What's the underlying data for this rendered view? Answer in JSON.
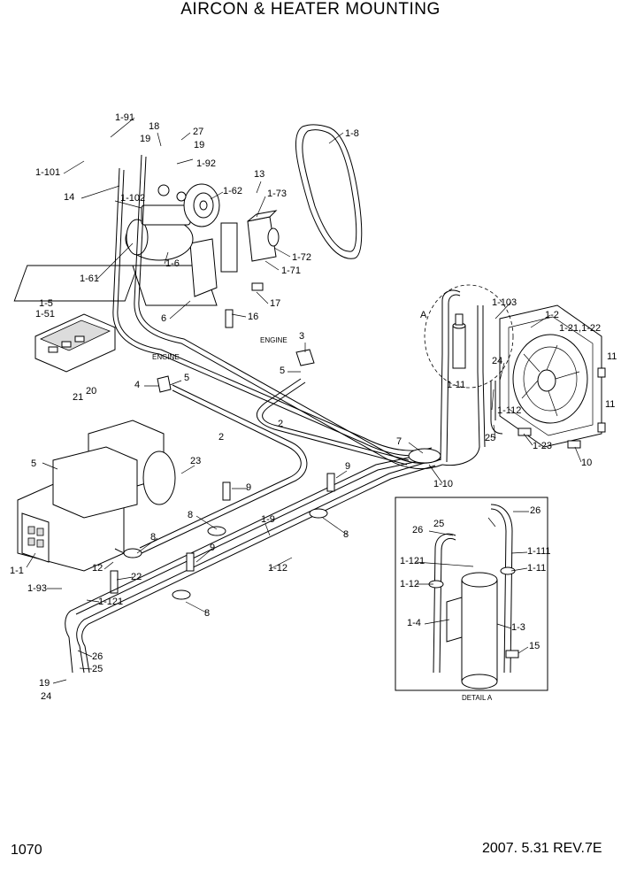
{
  "header": {
    "title": "AIRCON & HEATER MOUNTING"
  },
  "footer": {
    "page_number": "1070",
    "date_rev": "2007. 5.31  REV.7E"
  },
  "annotations": {
    "engine_1": "ENGINE",
    "engine_2": "ENGINE",
    "detail_marker": "A",
    "detail_caption": "DETAIL A"
  },
  "callouts": [
    {
      "text": "1-91"
    },
    {
      "text": "18"
    },
    {
      "text": "27"
    },
    {
      "text": "19"
    },
    {
      "text": "19"
    },
    {
      "text": "1-92"
    },
    {
      "text": "1-101"
    },
    {
      "text": "14"
    },
    {
      "text": "1-102"
    },
    {
      "text": "1-62"
    },
    {
      "text": "13"
    },
    {
      "text": "1-73"
    },
    {
      "text": "1-8"
    },
    {
      "text": "1-72"
    },
    {
      "text": "1-71"
    },
    {
      "text": "1-6"
    },
    {
      "text": "1-61"
    },
    {
      "text": "17"
    },
    {
      "text": "6"
    },
    {
      "text": "16"
    },
    {
      "text": "1-5"
    },
    {
      "text": "1-51"
    },
    {
      "text": "20"
    },
    {
      "text": "21"
    },
    {
      "text": "3"
    },
    {
      "text": "5"
    },
    {
      "text": "4"
    },
    {
      "text": "5"
    },
    {
      "text": "2"
    },
    {
      "text": "2"
    },
    {
      "text": "1-103"
    },
    {
      "text": "1-2"
    },
    {
      "text": "1-21,1-22"
    },
    {
      "text": "24"
    },
    {
      "text": "1-11"
    },
    {
      "text": "11"
    },
    {
      "text": "11"
    },
    {
      "text": "1-112"
    },
    {
      "text": "25"
    },
    {
      "text": "1-23"
    },
    {
      "text": "10"
    },
    {
      "text": "7"
    },
    {
      "text": "1-10"
    },
    {
      "text": "5"
    },
    {
      "text": "23"
    },
    {
      "text": "9"
    },
    {
      "text": "9"
    },
    {
      "text": "8"
    },
    {
      "text": "1-9"
    },
    {
      "text": "8"
    },
    {
      "text": "8"
    },
    {
      "text": "9"
    },
    {
      "text": "1-12"
    },
    {
      "text": "1-1"
    },
    {
      "text": "12"
    },
    {
      "text": "22"
    },
    {
      "text": "1-93"
    },
    {
      "text": "1-121"
    },
    {
      "text": "8"
    },
    {
      "text": "26"
    },
    {
      "text": "25"
    },
    {
      "text": "19"
    },
    {
      "text": "24"
    },
    {
      "text": "25"
    },
    {
      "text": "26"
    },
    {
      "text": "26"
    },
    {
      "text": "1-111"
    },
    {
      "text": "1-121"
    },
    {
      "text": "1-11"
    },
    {
      "text": "1-12"
    },
    {
      "text": "1-4"
    },
    {
      "text": "1-3"
    },
    {
      "text": "15"
    }
  ]
}
